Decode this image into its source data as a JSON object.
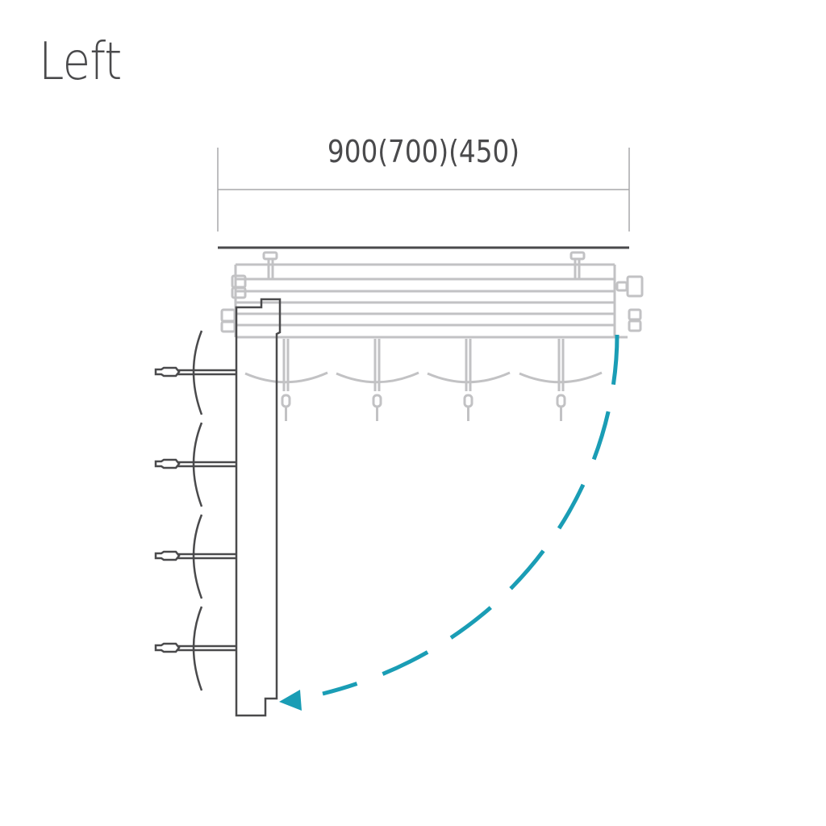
{
  "title": "Left",
  "dimension": {
    "label": "900(700)(450)"
  },
  "colors": {
    "text": "#4a4a4c",
    "outline_dark": "#4a4a4c",
    "outline_light": "#c2c2c4",
    "swing_arrow": "#1a9db5"
  },
  "diagram": {
    "description": "Top-down view of a hinged door swinging open to the left",
    "handles_open": 4,
    "handles_closed": 4,
    "swing_direction": "left"
  }
}
